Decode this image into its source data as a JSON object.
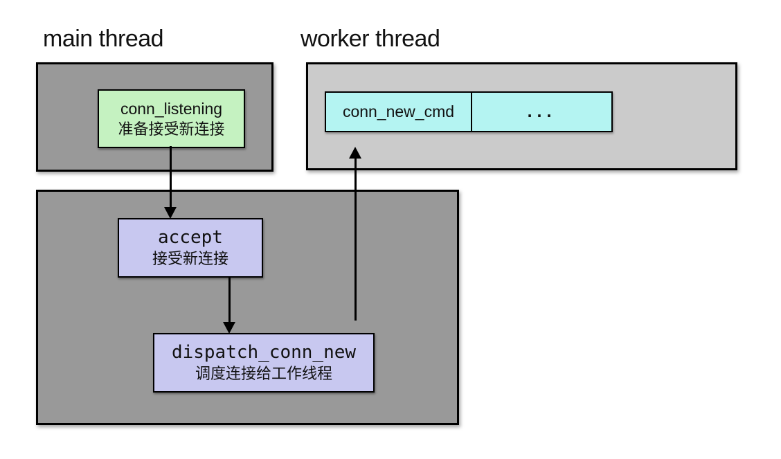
{
  "diagram": {
    "main_thread": {
      "title": "main thread",
      "listening_node": {
        "label": "conn_listening",
        "sublabel": "准备接受新连接"
      }
    },
    "worker_thread": {
      "title": "worker thread",
      "queue": {
        "cells": [
          "conn_new_cmd",
          "..."
        ]
      }
    },
    "flow": {
      "accept_node": {
        "label": "accept",
        "sublabel": "接受新连接"
      },
      "dispatch_node": {
        "label": "dispatch_conn_new",
        "sublabel": "调度连接给工作线程"
      }
    },
    "colors": {
      "main_thread_box": "#999999",
      "worker_thread_box": "#cbcbcb",
      "listening_node_fill": "#c5f2c1",
      "queue_fill": "#b4f4f2",
      "action_node_fill": "#c8c8f0",
      "border": "#000000",
      "background": "#ffffff"
    }
  }
}
